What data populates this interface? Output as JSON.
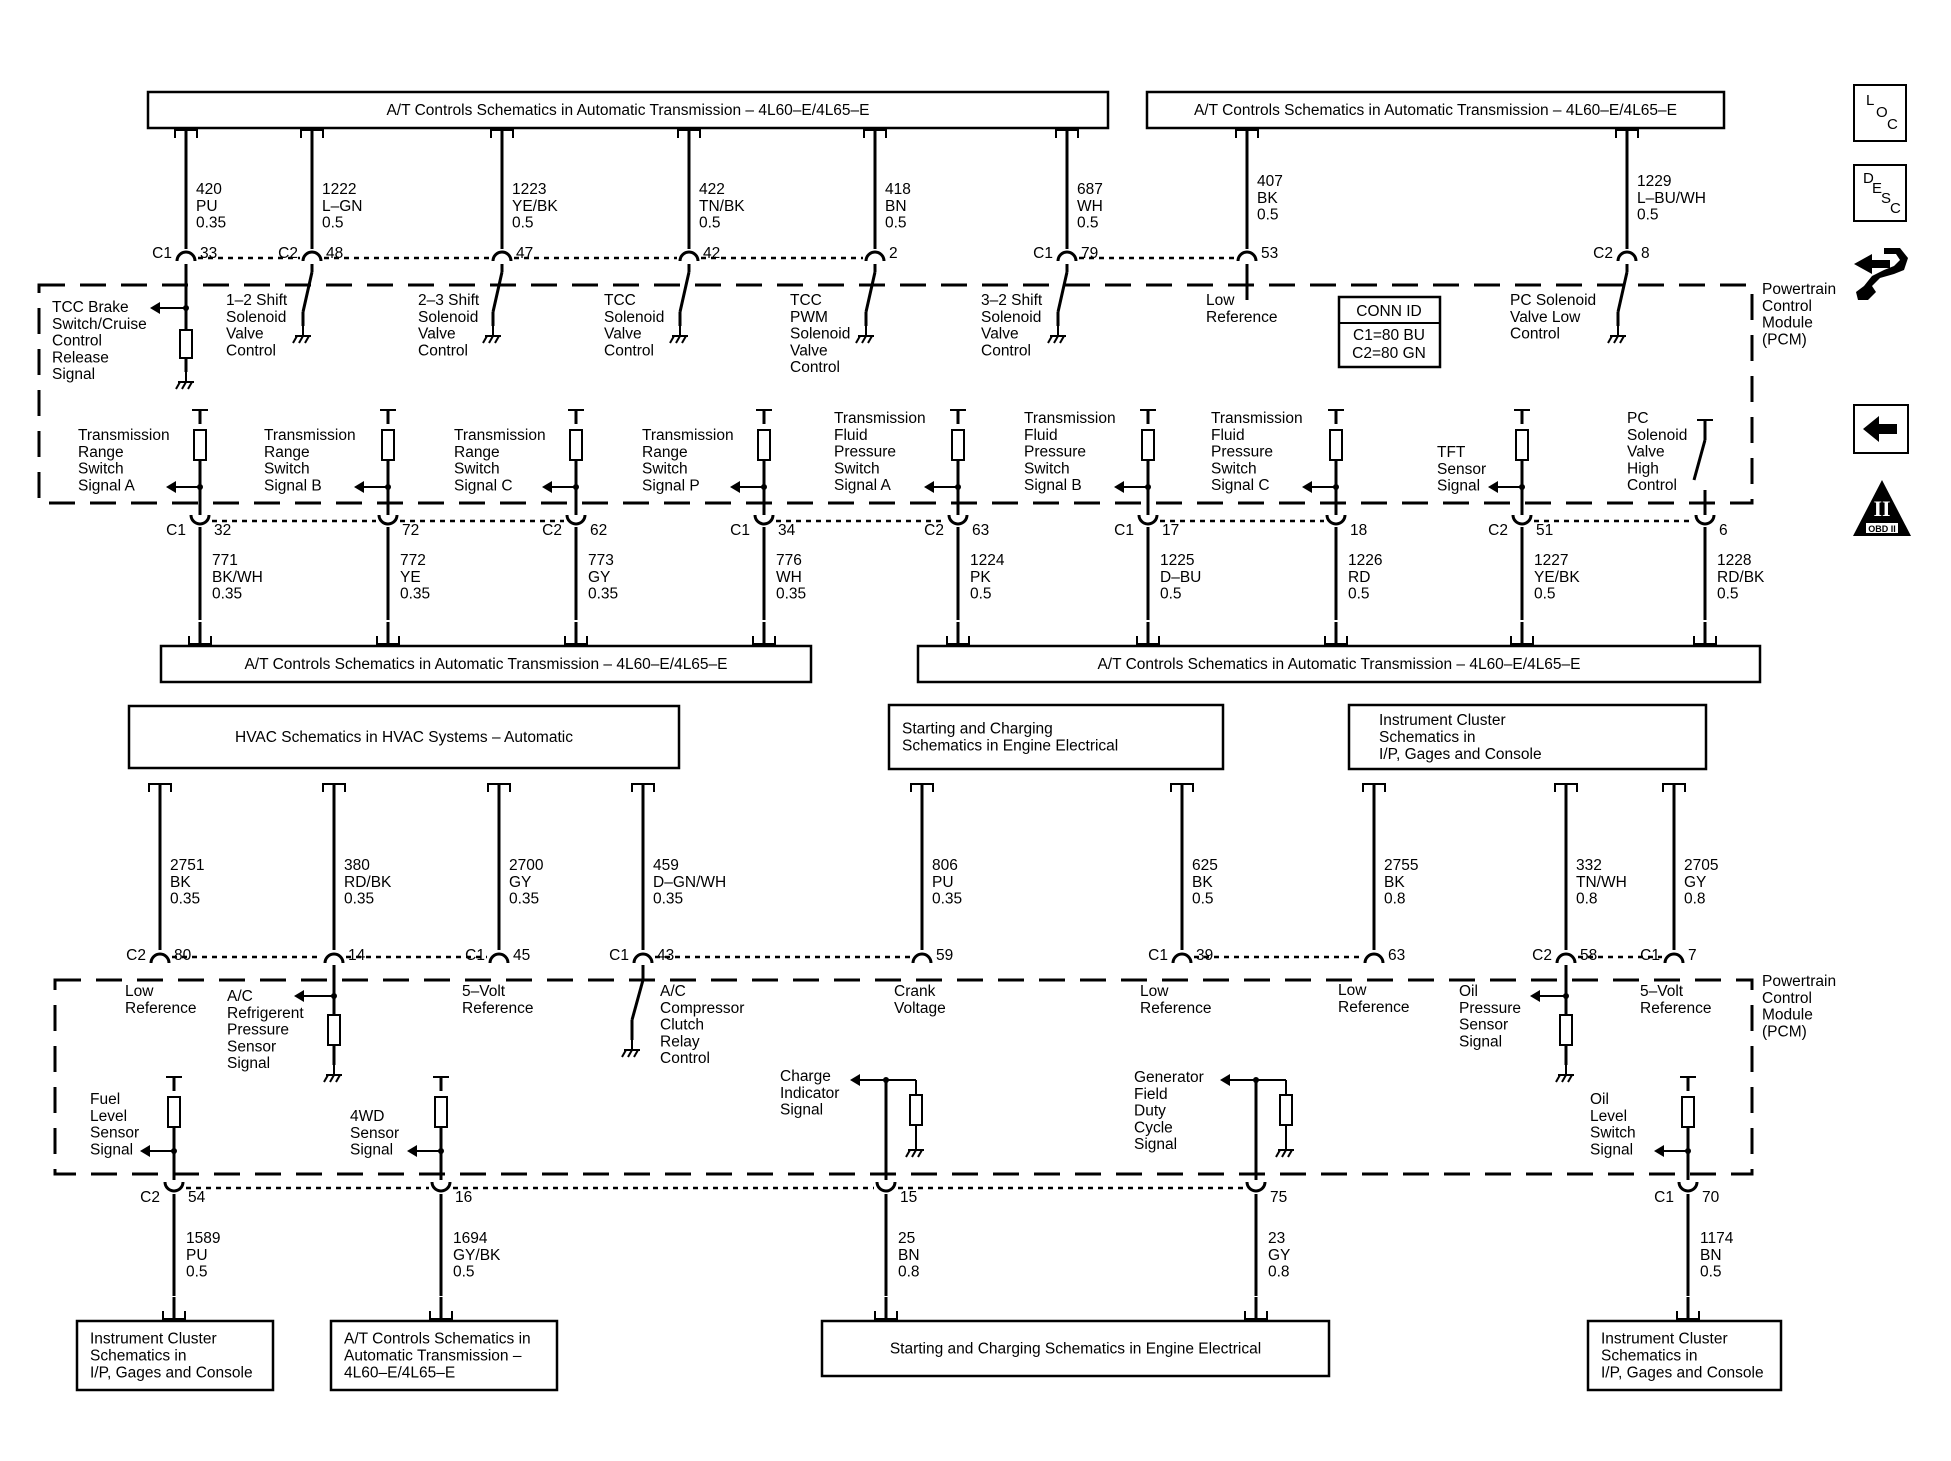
{
  "boxes": [
    {
      "id": "b1",
      "lines": [
        "A/T Controls Schematics in Automatic Transmission – 4L60–E/4L65–E"
      ]
    },
    {
      "id": "b2",
      "lines": [
        "A/T Controls Schematics in Automatic Transmission – 4L60–E/4L65–E"
      ]
    },
    {
      "id": "b3",
      "lines": [
        "A/T Controls Schematics in Automatic Transmission – 4L60–E/4L65–E"
      ]
    },
    {
      "id": "b4",
      "lines": [
        "A/T Controls Schematics in Automatic Transmission – 4L60–E/4L65–E"
      ]
    },
    {
      "id": "b5",
      "lines": [
        "HVAC Schematics in HVAC Systems – Automatic"
      ]
    },
    {
      "id": "b6",
      "lines": [
        "Starting and Charging",
        "Schematics in Engine Electrical"
      ]
    },
    {
      "id": "b7",
      "lines": [
        "Instrument Cluster",
        "Schematics in",
        "I/P, Gages and Console"
      ]
    },
    {
      "id": "b8",
      "lines": [
        "Instrument Cluster",
        "Schematics in",
        "I/P, Gages and Console"
      ]
    },
    {
      "id": "b9",
      "lines": [
        "A/T Controls Schematics in",
        "Automatic Transmission –",
        "4L60–E/4L65–E"
      ]
    },
    {
      "id": "b10",
      "lines": [
        "Starting and Charging Schematics in Engine Electrical"
      ]
    },
    {
      "id": "b11",
      "lines": [
        "Instrument Cluster",
        "Schematics in",
        "I/P, Gages and Console"
      ]
    }
  ],
  "wires": [
    {
      "id": "w420",
      "lines": [
        "420",
        "PU",
        "0.35"
      ]
    },
    {
      "id": "w1222",
      "lines": [
        "1222",
        "L–GN",
        "0.5"
      ]
    },
    {
      "id": "w1223",
      "lines": [
        "1223",
        "YE/BK",
        "0.5"
      ]
    },
    {
      "id": "w422",
      "lines": [
        "422",
        "TN/BK",
        "0.5"
      ]
    },
    {
      "id": "w418",
      "lines": [
        "418",
        "BN",
        "0.5"
      ]
    },
    {
      "id": "w687",
      "lines": [
        "687",
        "WH",
        "0.5"
      ]
    },
    {
      "id": "w407",
      "lines": [
        "407",
        "BK",
        "0.5"
      ]
    },
    {
      "id": "w1229",
      "lines": [
        "1229",
        "L–BU/WH",
        "0.5"
      ]
    },
    {
      "id": "w771",
      "lines": [
        "771",
        "BK/WH",
        "0.35"
      ]
    },
    {
      "id": "w772",
      "lines": [
        "772",
        "YE",
        "0.35"
      ]
    },
    {
      "id": "w773",
      "lines": [
        "773",
        "GY",
        "0.35"
      ]
    },
    {
      "id": "w776",
      "lines": [
        "776",
        "WH",
        "0.35"
      ]
    },
    {
      "id": "w1224",
      "lines": [
        "1224",
        "PK",
        "0.5"
      ]
    },
    {
      "id": "w1225",
      "lines": [
        "1225",
        "D–BU",
        "0.5"
      ]
    },
    {
      "id": "w1226",
      "lines": [
        "1226",
        "RD",
        "0.5"
      ]
    },
    {
      "id": "w1227",
      "lines": [
        "1227",
        "YE/BK",
        "0.5"
      ]
    },
    {
      "id": "w1228",
      "lines": [
        "1228",
        "RD/BK",
        "0.5"
      ]
    },
    {
      "id": "w2751",
      "lines": [
        "2751",
        "BK",
        "0.35"
      ]
    },
    {
      "id": "w380",
      "lines": [
        "380",
        "RD/BK",
        "0.35"
      ]
    },
    {
      "id": "w2700",
      "lines": [
        "2700",
        "GY",
        "0.35"
      ]
    },
    {
      "id": "w459",
      "lines": [
        "459",
        "D–GN/WH",
        "0.35"
      ]
    },
    {
      "id": "w806",
      "lines": [
        "806",
        "PU",
        "0.35"
      ]
    },
    {
      "id": "w625",
      "lines": [
        "625",
        "BK",
        "0.5"
      ]
    },
    {
      "id": "w2755",
      "lines": [
        "2755",
        "BK",
        "0.8"
      ]
    },
    {
      "id": "w332",
      "lines": [
        "332",
        "TN/WH",
        "0.8"
      ]
    },
    {
      "id": "w2705",
      "lines": [
        "2705",
        "GY",
        "0.8"
      ]
    },
    {
      "id": "w1589",
      "lines": [
        "1589",
        "PU",
        "0.5"
      ]
    },
    {
      "id": "w1694",
      "lines": [
        "1694",
        "GY/BK",
        "0.5"
      ]
    },
    {
      "id": "w25",
      "lines": [
        "25",
        "BN",
        "0.8"
      ]
    },
    {
      "id": "w23",
      "lines": [
        "23",
        "GY",
        "0.8"
      ]
    },
    {
      "id": "w1174",
      "lines": [
        "1174",
        "BN",
        "0.5"
      ]
    }
  ],
  "pins": [
    {
      "id": "p1",
      "conn": "C1",
      "pin": "33"
    },
    {
      "id": "p2",
      "conn": "C2",
      "pin": "48"
    },
    {
      "id": "p3",
      "conn": "",
      "pin": "47"
    },
    {
      "id": "p4",
      "conn": "",
      "pin": "42"
    },
    {
      "id": "p5",
      "conn": "",
      "pin": "2"
    },
    {
      "id": "p6",
      "conn": "C1",
      "pin": "79"
    },
    {
      "id": "p7",
      "conn": "",
      "pin": "53"
    },
    {
      "id": "p8",
      "conn": "C2",
      "pin": "8"
    },
    {
      "id": "p9",
      "conn": "C1",
      "pin": "32"
    },
    {
      "id": "p10",
      "conn": "",
      "pin": "72"
    },
    {
      "id": "p11",
      "conn": "C2",
      "pin": "62"
    },
    {
      "id": "p12",
      "conn": "C1",
      "pin": "34"
    },
    {
      "id": "p13",
      "conn": "C2",
      "pin": "63"
    },
    {
      "id": "p14",
      "conn": "C1",
      "pin": "17"
    },
    {
      "id": "p15",
      "conn": "",
      "pin": "18"
    },
    {
      "id": "p16",
      "conn": "C2",
      "pin": "51"
    },
    {
      "id": "p17",
      "conn": "",
      "pin": "6"
    },
    {
      "id": "p18",
      "conn": "C2",
      "pin": "80"
    },
    {
      "id": "p19",
      "conn": "",
      "pin": "14"
    },
    {
      "id": "p20",
      "conn": "C1",
      "pin": "45"
    },
    {
      "id": "p21",
      "conn": "C1",
      "pin": "43"
    },
    {
      "id": "p22",
      "conn": "",
      "pin": "59"
    },
    {
      "id": "p23",
      "conn": "C1",
      "pin": "39"
    },
    {
      "id": "p24",
      "conn": "",
      "pin": "63"
    },
    {
      "id": "p25",
      "conn": "C2",
      "pin": "58"
    },
    {
      "id": "p26",
      "conn": "C1",
      "pin": "7"
    },
    {
      "id": "p27",
      "conn": "C2",
      "pin": "54"
    },
    {
      "id": "p28",
      "conn": "",
      "pin": "16"
    },
    {
      "id": "p29",
      "conn": "",
      "pin": "15"
    },
    {
      "id": "p30",
      "conn": "",
      "pin": "75"
    },
    {
      "id": "p31",
      "conn": "C1",
      "pin": "70"
    }
  ],
  "labels": [
    {
      "id": "l1",
      "lines": [
        "TCC Brake",
        "Switch/Cruise",
        "Control",
        "Release",
        "Signal"
      ]
    },
    {
      "id": "l2",
      "lines": [
        "1–2 Shift",
        "Solenoid",
        "Valve",
        "Control"
      ]
    },
    {
      "id": "l3",
      "lines": [
        "2–3 Shift",
        "Solenoid",
        "Valve",
        "Control"
      ]
    },
    {
      "id": "l4",
      "lines": [
        "TCC",
        "Solenoid",
        "Valve",
        "Control"
      ]
    },
    {
      "id": "l5",
      "lines": [
        "TCC",
        "PWM",
        "Solenoid",
        "Valve",
        "Control"
      ]
    },
    {
      "id": "l6",
      "lines": [
        "3–2 Shift",
        "Solenoid",
        "Valve",
        "Control"
      ]
    },
    {
      "id": "l7",
      "lines": [
        "Low",
        "Reference"
      ]
    },
    {
      "id": "l8",
      "lines": [
        "PC Solenoid",
        "Valve Low",
        "Control"
      ]
    },
    {
      "id": "l9",
      "lines": [
        "Transmission",
        "Range",
        "Switch",
        "Signal A"
      ]
    },
    {
      "id": "l10",
      "lines": [
        "Transmission",
        "Range",
        "Switch",
        "Signal B"
      ]
    },
    {
      "id": "l11",
      "lines": [
        "Transmission",
        "Range",
        "Switch",
        "Signal C"
      ]
    },
    {
      "id": "l12",
      "lines": [
        "Transmission",
        "Range",
        "Switch",
        "Signal P"
      ]
    },
    {
      "id": "l13",
      "lines": [
        "Transmission",
        "Fluid",
        "Pressure",
        "Switch",
        "Signal A"
      ]
    },
    {
      "id": "l14",
      "lines": [
        "Transmission",
        "Fluid",
        "Pressure",
        "Switch",
        "Signal B"
      ]
    },
    {
      "id": "l15",
      "lines": [
        "Transmission",
        "Fluid",
        "Pressure",
        "Switch",
        "Signal C"
      ]
    },
    {
      "id": "l16",
      "lines": [
        "TFT",
        "Sensor",
        "Signal"
      ]
    },
    {
      "id": "l17",
      "lines": [
        "PC",
        "Solenoid",
        "Valve",
        "High",
        "Control"
      ]
    },
    {
      "id": "l18",
      "lines": [
        "Powertrain",
        "Control",
        "Module",
        "(PCM)"
      ]
    },
    {
      "id": "l19",
      "lines": [
        "Low",
        "Reference"
      ]
    },
    {
      "id": "l20",
      "lines": [
        "A/C",
        "Refrigerent",
        "Pressure",
        "Sensor",
        "Signal"
      ]
    },
    {
      "id": "l21",
      "lines": [
        "5–Volt",
        "Reference"
      ]
    },
    {
      "id": "l22",
      "lines": [
        "A/C",
        "Compressor",
        "Clutch",
        "Relay",
        "Control"
      ]
    },
    {
      "id": "l23",
      "lines": [
        "Crank",
        "Voltage"
      ]
    },
    {
      "id": "l24",
      "lines": [
        "Low",
        "Reference"
      ]
    },
    {
      "id": "l25",
      "lines": [
        "Low",
        "Reference"
      ]
    },
    {
      "id": "l26",
      "lines": [
        "Oil",
        "Pressure",
        "Sensor",
        "Signal"
      ]
    },
    {
      "id": "l27",
      "lines": [
        "5–Volt",
        "Reference"
      ]
    },
    {
      "id": "l28",
      "lines": [
        "Powertrain",
        "Control",
        "Module",
        "(PCM)"
      ]
    },
    {
      "id": "l29",
      "lines": [
        "Fuel",
        "Level",
        "Sensor",
        "Signal"
      ]
    },
    {
      "id": "l30",
      "lines": [
        "4WD",
        "Sensor",
        "Signal"
      ]
    },
    {
      "id": "l31",
      "lines": [
        "Charge",
        "Indicator",
        "Signal"
      ]
    },
    {
      "id": "l32",
      "lines": [
        "Generator",
        "Field",
        "Duty",
        "Cycle",
        "Signal"
      ]
    },
    {
      "id": "l33",
      "lines": [
        "Oil",
        "Level",
        "Switch",
        "Signal"
      ]
    }
  ],
  "conn_id": {
    "title": "CONN ID",
    "c1": "C1=80 BU",
    "c2": "C2=80 GN"
  },
  "side": {
    "loc": {
      "a": "L",
      "b": "O",
      "c": "C"
    },
    "desc": {
      "a": "D",
      "b": "E",
      "c": "S",
      "d": "C"
    },
    "obd": "OBD II",
    "obd_mark": "II"
  }
}
